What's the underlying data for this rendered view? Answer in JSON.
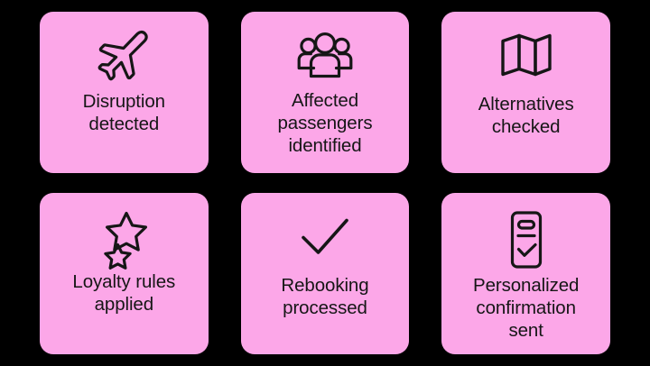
{
  "canvas": {
    "background_color": "#000000",
    "card_color": "#FCA7E8",
    "text_color": "#161616"
  },
  "cards": [
    {
      "icon": "airplane-icon",
      "label": "Disruption\ndetected"
    },
    {
      "icon": "people-group-icon",
      "label": "Affected\npassengers\nidentified"
    },
    {
      "icon": "folded-map-icon",
      "label": "Alternatives\nchecked"
    },
    {
      "icon": "two-stars-icon",
      "label": "Loyalty rules\napplied"
    },
    {
      "icon": "checkmark-icon",
      "label": "Rebooking\nprocessed"
    },
    {
      "icon": "document-check-icon",
      "label": "Personalized\nconfirmation\nsent"
    }
  ]
}
